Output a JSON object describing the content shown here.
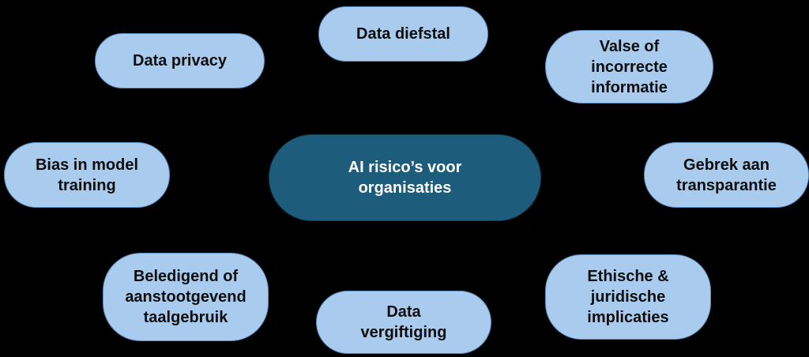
{
  "diagram": {
    "title": "AI risico’s voor organisaties",
    "background_color": "#000000",
    "node_fill_color": "#a9cbee",
    "node_text_color": "#0d0d0d",
    "center": {
      "label": "AI risico’s voor\norganisaties",
      "fill_color": "#1e5c7b",
      "text_color": "#ffffff"
    },
    "nodes": [
      {
        "id": "data-privacy",
        "label": "Data privacy"
      },
      {
        "id": "data-diefstal",
        "label": "Data diefstal"
      },
      {
        "id": "valse-informatie",
        "label": "Valse of\nincorrecte\ninformatie"
      },
      {
        "id": "bias-model-training",
        "label": "Bias in model\ntraining"
      },
      {
        "id": "gebrek-transparantie",
        "label": "Gebrek aan\ntransparantie"
      },
      {
        "id": "beledigend-taalgebruik",
        "label": "Beledigend of\naanstootgevend\ntaalgebruik"
      },
      {
        "id": "data-vergiftiging",
        "label": "Data\nvergiftiging"
      },
      {
        "id": "ethische-juridische",
        "label": "Ethische &\njuridische\nimplicaties"
      }
    ]
  }
}
